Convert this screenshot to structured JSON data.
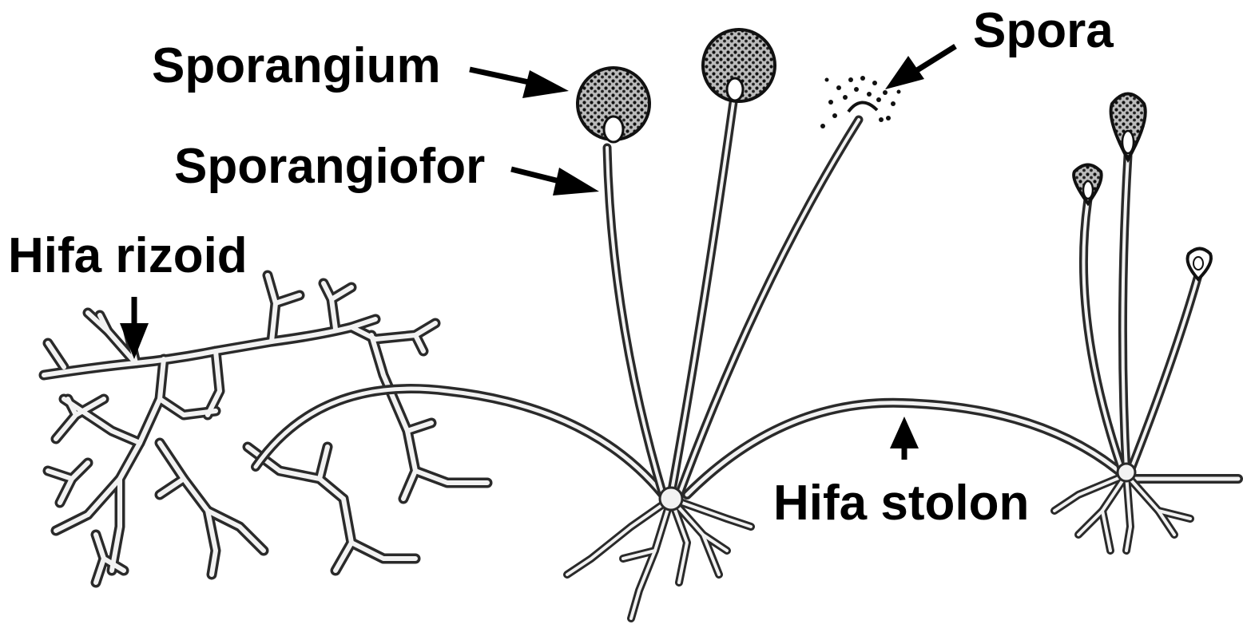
{
  "labels": {
    "sporangium": "Sporangium",
    "sporangiofor": "Sporangiofor",
    "spora": "Spora",
    "hifa_rizoid": "Hifa rizoid",
    "hifa_stolon": "Hifa stolon"
  },
  "colors": {
    "ink": "#000000",
    "hypha_fill": "#f2f2f2",
    "background": "#ffffff"
  }
}
